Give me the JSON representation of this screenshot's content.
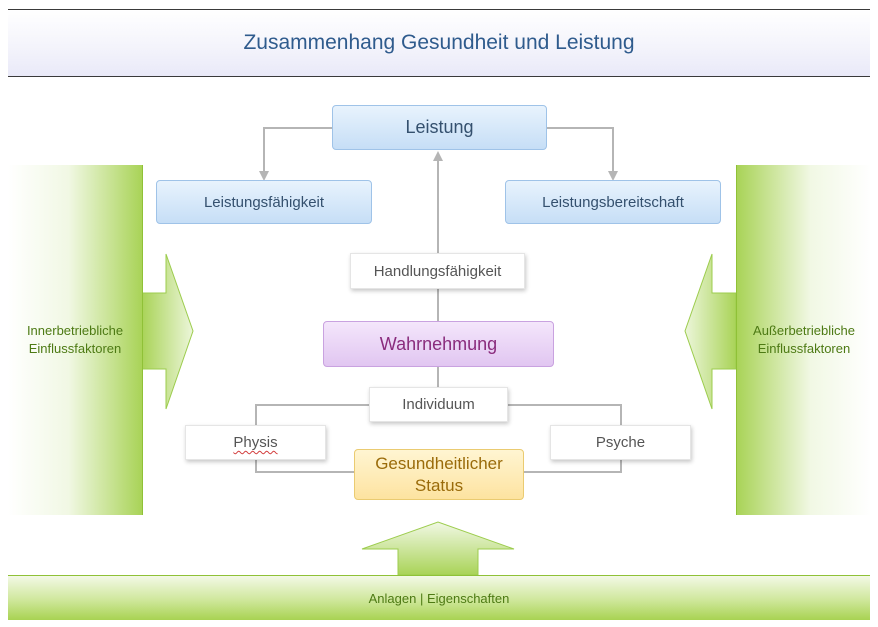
{
  "title": "Zusammenhang Gesundheit und Leistung",
  "colors": {
    "accent_green": "#8fc137",
    "title_blue": "#2f5b8d",
    "connector_gray": "#b5b5b5"
  },
  "nodes": {
    "leistung": "Leistung",
    "leistungsfaehigkeit": "Leistungsfähigkeit",
    "leistungsbereitschaft": "Leistungsbereitschaft",
    "handlungsfaehigkeit": "Handlungsfähigkeit",
    "wahrnehmung": "Wahrnehmung",
    "individuum": "Individuum",
    "physis": "Physis",
    "psyche": "Psyche",
    "status_line1": "Gesundheitlicher",
    "status_line2": "Status"
  },
  "left_factor": {
    "line1": "Innerbetriebliche",
    "line2": "Einflussfaktoren"
  },
  "right_factor": {
    "line1": "Außerbetriebliche",
    "line2": "Einflussfaktoren"
  },
  "bottom_bar": "Anlagen | Eigenschaften"
}
